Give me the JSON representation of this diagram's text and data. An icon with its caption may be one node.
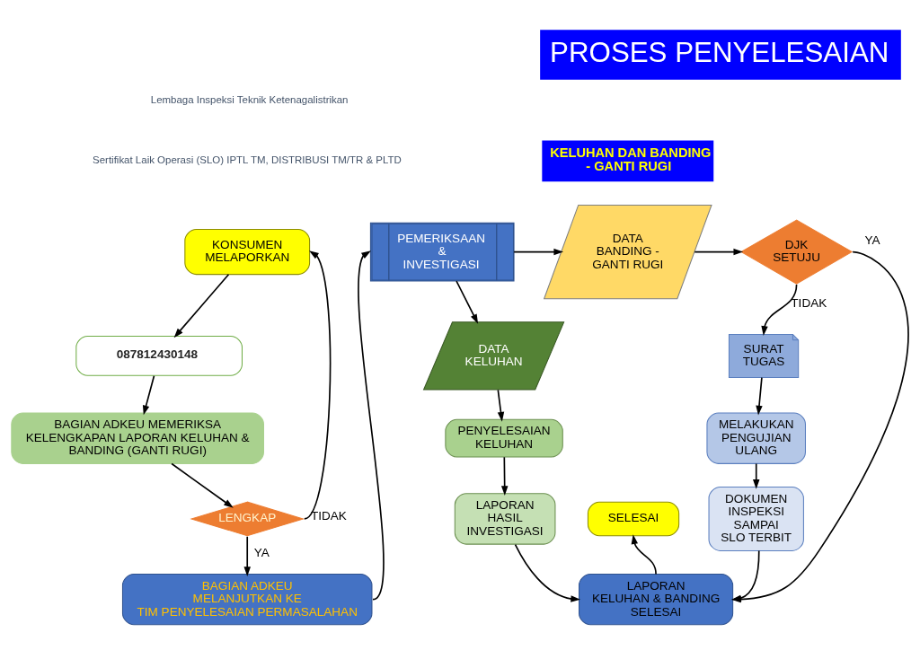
{
  "diagram": {
    "title": "PROSES PENYELESAIAN",
    "nodes": [
      {
        "text": [
          "KONSUMEN MELAPORKAN"
        ]
      },
      {
        "text": [
          "087812430148"
        ]
      },
      {
        "text": [
          "BAGIAN ADKEU MEMERIKSA KELENGKAPAN LAPORAN KELUHAN & BANDING (GANTI RUGI)"
        ]
      },
      {
        "text": [
          "LENGKAP"
        ]
      },
      {
        "text": [
          "BAGIAN ADKEU MELANJUTKAN KE TIM PENYELESAIAN PERMASALAHAN"
        ]
      },
      {
        "text": [
          "PEMERIKSAAN & INVESTIGASI"
        ]
      },
      {
        "text": [
          "DATA BANDING - GANTI RUGI"
        ]
      },
      {
        "text": [
          "DJK SETUJU"
        ]
      },
      {
        "text": [
          "DATA KELUHAN"
        ]
      },
      {
        "text": [
          "SURAT TUGAS"
        ]
      },
      {
        "text": [
          "PENYELESAIAN KELUHAN"
        ]
      },
      {
        "text": [
          "MELAKUKAN PENGUJIAN ULANG"
        ]
      },
      {
        "text": [
          "LAPORAN HASIL INVESTIGASI"
        ]
      },
      {
        "text": [
          "SELESAI"
        ]
      },
      {
        "text": [
          "DOKUMEN INSPEKSI SAMPAI SLO TERBIT"
        ]
      },
      {
        "text": [
          "LAPORAN KELUHAN & BANDING SELESAI"
        ]
      }
    ],
    "edges": [
      {
        "from": 0,
        "to": 1,
        "arrow": "to"
      },
      {
        "from": 1,
        "to": 2,
        "arrow": "to"
      },
      {
        "from": 2,
        "to": 3,
        "arrow": "to"
      },
      {
        "from": 3,
        "to": 0,
        "arrow": "to",
        "label": "TIDAK"
      },
      {
        "from": 3,
        "to": 4,
        "arrow": "to",
        "label": "YA"
      },
      {
        "from": 4,
        "to": 5,
        "arrow": "to"
      },
      {
        "from": 5,
        "to": 6,
        "arrow": "to"
      },
      {
        "from": 6,
        "to": 7,
        "arrow": "to"
      },
      {
        "from": 7,
        "to": 15,
        "arrow": "to",
        "label": "YA"
      },
      {
        "from": 7,
        "to": 9,
        "arrow": "to",
        "label": "TIDAK"
      },
      {
        "from": 5,
        "to": 8,
        "arrow": "to"
      },
      {
        "from": 8,
        "to": 10,
        "arrow": "to"
      },
      {
        "from": 10,
        "to": 12,
        "arrow": "to"
      },
      {
        "from": 12,
        "to": 15,
        "arrow": "to"
      },
      {
        "from": 9,
        "to": 11,
        "arrow": "to"
      },
      {
        "from": 11,
        "to": 14,
        "arrow": "to"
      },
      {
        "from": 14,
        "to": 15,
        "arrow": "to"
      },
      {
        "from": 15,
        "to": 13,
        "arrow": "to"
      }
    ],
    "labels": [
      "Lembaga Inspeksi Teknik Ketenagalistrikan",
      "Sertifikat Laik Operasi (SLO) IPTL TM, DISTRIBUSI TM/TR & PLTD",
      "KELUHAN DAN BANDING - GANTI RUGI"
    ]
  }
}
